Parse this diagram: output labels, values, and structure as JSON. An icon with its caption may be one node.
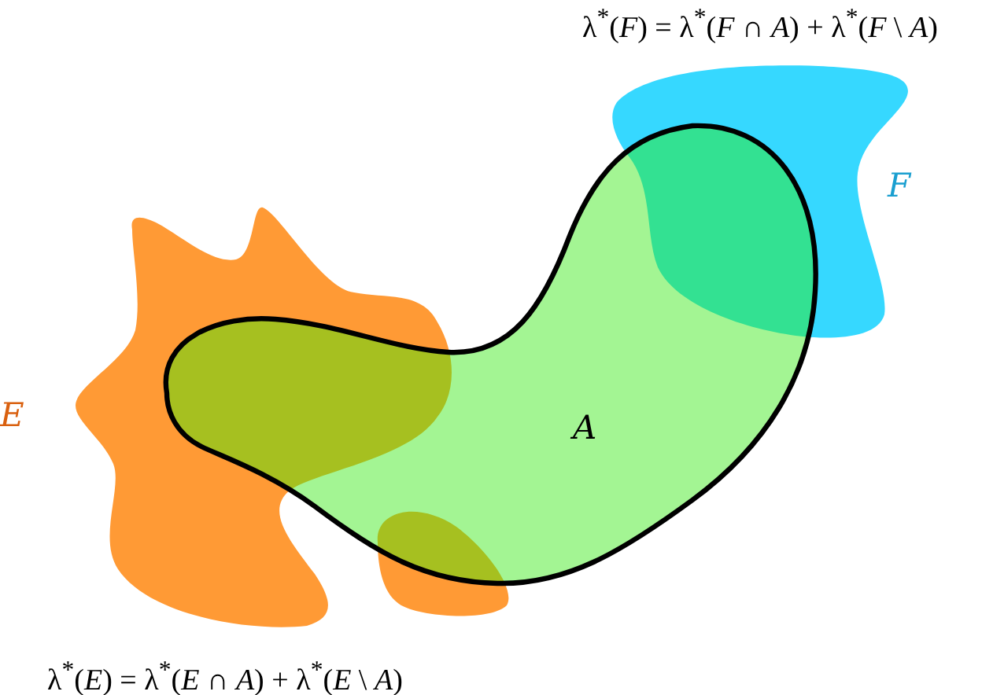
{
  "diagram": {
    "nodes": [
      {
        "text": [
          "F"
        ]
      },
      {
        "text": [
          "E"
        ]
      },
      {
        "text": [
          "A"
        ]
      }
    ],
    "labels": [
      "λ$^{*}$(*F*) = λ$^{*}$(*F* ∩ *A*) + λ$^{*}$(*F* \\ *A*)",
      "λ$^{*}$(*E*) = λ$^{*}$(*E* ∩ *A*) + λ$^{*}$(*E* \\ *A*)"
    ]
  }
}
